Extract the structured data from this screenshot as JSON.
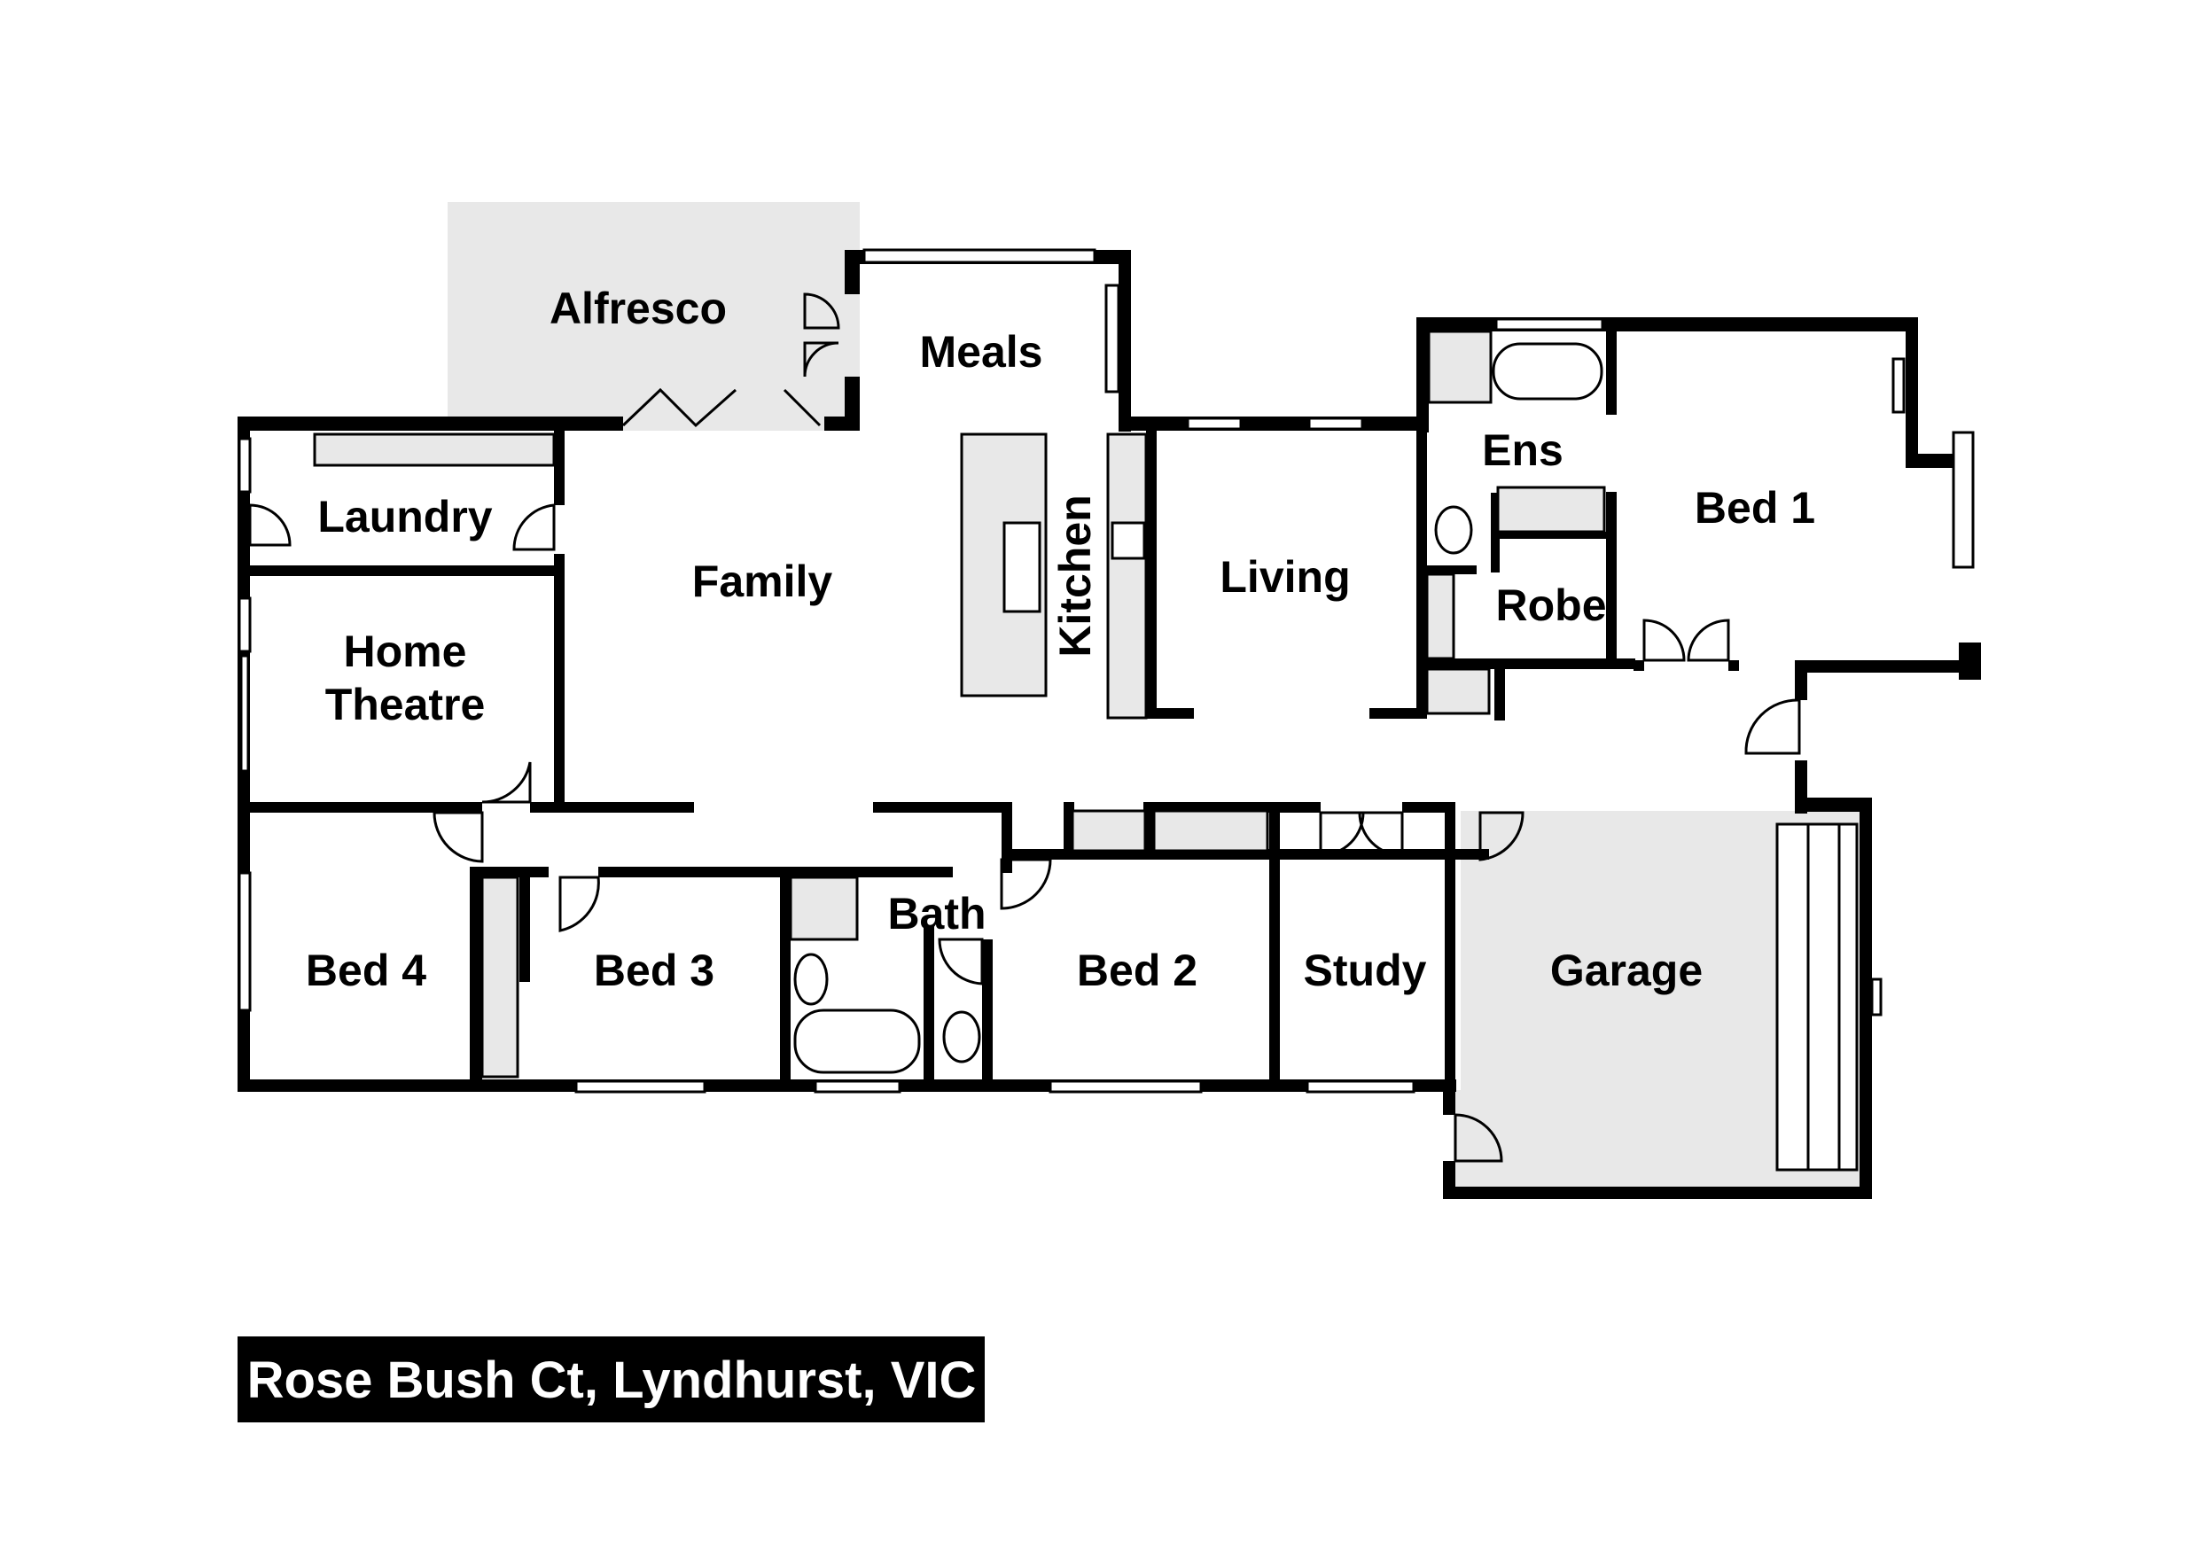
{
  "caption": "Rose Bush Ct, Lyndhurst, VIC",
  "rooms": {
    "alfresco": "Alfresco",
    "meals": "Meals",
    "family": "Family",
    "kitchen": "Kitchen",
    "living": "Living",
    "ens": "Ens",
    "bed1": "Bed 1",
    "robe": "Robe",
    "laundry": "Laundry",
    "home_theatre_line1": "Home",
    "home_theatre_line2": "Theatre",
    "bed4": "Bed 4",
    "bed3": "Bed 3",
    "bath": "Bath",
    "bed2": "Bed 2",
    "study": "Study",
    "garage": "Garage"
  }
}
